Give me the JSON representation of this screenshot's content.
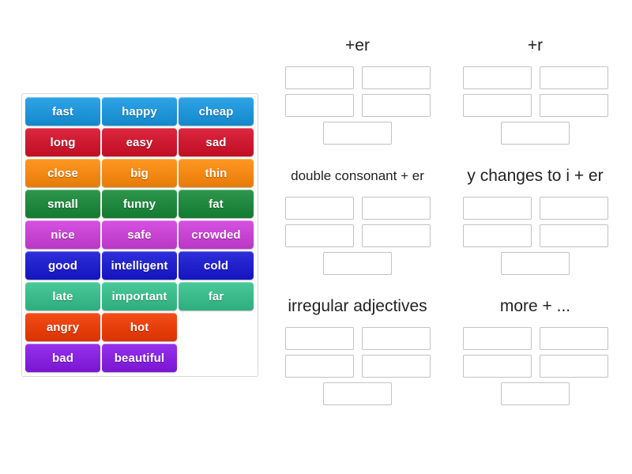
{
  "word_bank": {
    "name": "adjective-word-bank",
    "rows": [
      [
        {
          "label": "fast",
          "color": "#2196D9"
        },
        {
          "label": "happy",
          "color": "#2196D9"
        },
        {
          "label": "cheap",
          "color": "#2196D9"
        }
      ],
      [
        {
          "label": "long",
          "color": "#CE1B32"
        },
        {
          "label": "easy",
          "color": "#CE1B32"
        },
        {
          "label": "sad",
          "color": "#CE1B32"
        }
      ],
      [
        {
          "label": "close",
          "color": "#F48A15"
        },
        {
          "label": "big",
          "color": "#F48A15"
        },
        {
          "label": "thin",
          "color": "#F48A15"
        }
      ],
      [
        {
          "label": "small",
          "color": "#21893F"
        },
        {
          "label": "funny",
          "color": "#21893F"
        },
        {
          "label": "fat",
          "color": "#21893F"
        }
      ],
      [
        {
          "label": "nice",
          "color": "#C844D2"
        },
        {
          "label": "safe",
          "color": "#C844D2"
        },
        {
          "label": "crowded",
          "color": "#C844D2"
        }
      ],
      [
        {
          "label": "good",
          "color": "#2222CC"
        },
        {
          "label": "intelligent",
          "color": "#2222CC"
        },
        {
          "label": "cold",
          "color": "#2222CC"
        }
      ],
      [
        {
          "label": "late",
          "color": "#3CBC8D"
        },
        {
          "label": "important",
          "color": "#3CBC8D"
        },
        {
          "label": "far",
          "color": "#3CBC8D"
        }
      ],
      [
        {
          "label": "angry",
          "color": "#E8400C"
        },
        {
          "label": "hot",
          "color": "#E8400C"
        },
        {
          "label": "",
          "color": ""
        }
      ],
      [
        {
          "label": "bad",
          "color": "#8824E0"
        },
        {
          "label": "beautiful",
          "color": "#8824E0"
        },
        {
          "label": "",
          "color": ""
        }
      ]
    ]
  },
  "categories": [
    {
      "title": "+er",
      "title_size": "large",
      "slots": [
        "",
        "",
        "",
        "",
        ""
      ]
    },
    {
      "title": "+r",
      "title_size": "large",
      "slots": [
        "",
        "",
        "",
        "",
        ""
      ]
    },
    {
      "title": "double consonant + er",
      "title_size": "small",
      "slots": [
        "",
        "",
        "",
        "",
        ""
      ]
    },
    {
      "title": "y changes to i + er",
      "title_size": "large",
      "slots": [
        "",
        "",
        "",
        "",
        ""
      ]
    },
    {
      "title": "irregular adjectives",
      "title_size": "large",
      "slots": [
        "",
        "",
        "",
        "",
        ""
      ]
    },
    {
      "title": "more + ...",
      "title_size": "large",
      "slots": [
        "",
        "",
        "",
        "",
        ""
      ]
    }
  ]
}
